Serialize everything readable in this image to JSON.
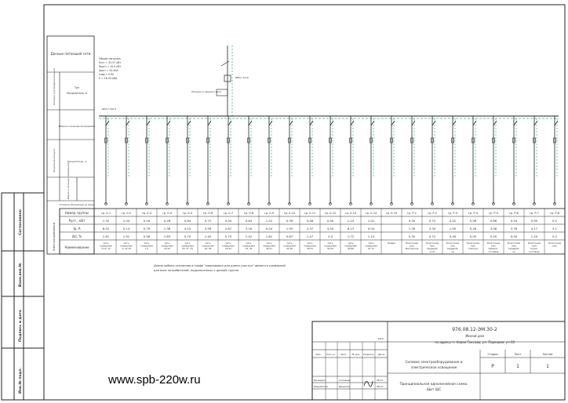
{
  "drawing": {
    "number": "976.08.12-ЭМ.30-2",
    "object_line1": "Жилой дом",
    "object_line2": "по адресу п. Новая Токсова, ул. Парковая, уч.58",
    "section_title_line1": "Силовое электрооборудование и",
    "section_title_line2": "электрическое освещение",
    "sheet_title_line1": "Принципиальная однолинейная схема.",
    "sheet_title_line2": "Щит ЩС",
    "stage_header": "Стадия",
    "sheet_header": "Лист",
    "sheets_header": "Листов",
    "stage": "Р",
    "sheet": "1",
    "sheets": "1",
    "rev_headers": [
      "Изм.",
      "Кол.уч.",
      "Лист",
      "№ док.",
      "Подпись",
      "Дата"
    ],
    "roles": [
      "Проверил",
      "Разработал"
    ],
    "names": [
      "Соловьёв",
      "Данилов"
    ],
    "dates": [
      "08.12",
      "08.12"
    ],
    "date_top": "2012г."
  },
  "left_labels": {
    "supply": "Данные питающей сети",
    "pos_label": "Тип",
    "pos_rating": "Расцепитель, А",
    "apparatus": "Аппарат распределительный",
    "brand": "Марка и сечение проводника",
    "protective": "Защитный аппарат",
    "cable": "Марка и сечение проводника",
    "electric": "Электроприемники",
    "row_name": "Номер группы",
    "row_p": "Руст., кВт",
    "row_i": "Iр, А",
    "row_du": "ΔU, %",
    "row_desc": "Наименование",
    "cond": "Условное обозначение на плане"
  },
  "input": {
    "lines": [
      "Общая нагрузка",
      "Руст = 32.57 кВт",
      "Ррасч = 15.0 кВт",
      "Iрасч = 24.40А",
      "cosφ = 0.92",
      "S = 16.34 кВА"
    ],
    "cable": "ВВГнг 5x10",
    "note": "Нагрузка от вводного щита",
    "bus": "ШМ-7.5х0.5"
  },
  "groups": [
    {
      "id": "гр. 0-1",
      "p": "1.32",
      "i": "6.52",
      "du": "1.61",
      "desc": "Сеть освещения 5-12, 19"
    },
    {
      "id": "гр. 0-2",
      "p": "1.04",
      "i": "5.14",
      "du": "1.91",
      "desc": "Сеть освещения 4, 14-18"
    },
    {
      "id": "гр. 0-3",
      "p": "0.16",
      "i": "0.79",
      "du": "0.58",
      "desc": "Сеть освещения 1-3"
    },
    {
      "id": "гр. 0-4",
      "p": "0.28",
      "i": "1.38",
      "du": "1.63",
      "desc": "Сеть освещения 20-24"
    },
    {
      "id": "гр. 0-5",
      "p": "0.84",
      "i": "4.15",
      "du": "0.70",
      "desc": "Сеть освещения 25, 27, 34"
    },
    {
      "id": "гр. 0-6",
      "p": "0.72",
      "i": "3.56",
      "du": "1.40",
      "desc": "Сеть освещения 26, 28"
    },
    {
      "id": "гр. 0-7",
      "p": "0.54",
      "i": "2.67",
      "du": "0.75",
      "desc": "Сеть освещения 29-32"
    },
    {
      "id": "гр. 0-8",
      "p": "0.64",
      "i": "3.16",
      "du": "1.42",
      "desc": "Сеть освещения 33, 35"
    },
    {
      "id": "гр. 0-9",
      "p": "1.02",
      "i": "5.04",
      "du": "1.81",
      "desc": "Сеть освещения 36-41"
    },
    {
      "id": "гр. 0-10",
      "p": "0.39",
      "i": "1.93",
      "du": "0.87",
      "desc": "Сеть освещения 42-48"
    },
    {
      "id": "гр. 0-11",
      "p": "0.48",
      "i": "2.37",
      "du": "1.47",
      "desc": "Сеть освещения 49-53"
    },
    {
      "id": "гр. 0-12",
      "p": "0.90",
      "i": "4.45",
      "du": "2.0",
      "desc": "Сеть освещения 54-59"
    },
    {
      "id": "гр. 0-13",
      "p": "1.24",
      "i": "6.13",
      "du": "1.72",
      "desc": "Сеть освещения 60-66"
    },
    {
      "id": "гр. 0-14",
      "p": "1.02",
      "i": "5.04",
      "du": "1.10",
      "desc": "Сеть освещения 67-72"
    },
    {
      "id": "гр. 0-15",
      "p": "",
      "i": "",
      "du": "",
      "desc": "Резерв"
    },
    {
      "id": "гр. Р-1",
      "p": "0.30",
      "i": "1.39",
      "du": "0.30",
      "desc": "Розеточная сеть Мастерская"
    },
    {
      "id": "гр. Р-2",
      "p": "0.72",
      "i": "3.34",
      "du": "0.72",
      "desc": "Розеточная сеть Гардероб, холл"
    },
    {
      "id": "гр. Р-3",
      "p": "0.42",
      "i": "1.95",
      "du": "0.49",
      "desc": "Розеточная сеть Гардероб, с/у"
    },
    {
      "id": "гр. Р-4",
      "p": "0.06",
      "i": "0.28",
      "du": "0.05",
      "desc": "Розеточная сеть Спальня"
    },
    {
      "id": "гр. Р-5",
      "p": "0.66",
      "i": "3.06",
      "du": "0.55",
      "desc": "Розеточная сеть Кабинет, Гостевая"
    },
    {
      "id": "гр. Р-6",
      "p": "0.54",
      "i": "3.78",
      "du": "0.09",
      "desc": "Розеточная сеть Гардероб, с/у"
    },
    {
      "id": "гр. Р-7",
      "p": "0.90",
      "i": "4.17",
      "du": "1.20",
      "desc": "Розеточная сеть Кухня, Гостиная"
    },
    {
      "id": "гр. Р-8",
      "p": "0.1",
      "i": "3.1",
      "du": "0.2",
      "desc": "Розеточная сеть"
    }
  ],
  "notes": {
    "line1": "Длина кабеля указанная в графе \"маркировка или длина участка\" является суммарной",
    "line2": "для всех потребителей, подключенных к данной группе."
  },
  "side_labels": [
    "Согласовано",
    "Взам.инв.№",
    "Подпись и дата",
    "Инв.№ подл."
  ],
  "watermark": "www.spb-220w.ru",
  "colors": {
    "accent": "#2fc06a",
    "line": "#222222",
    "grid": "#555555"
  }
}
